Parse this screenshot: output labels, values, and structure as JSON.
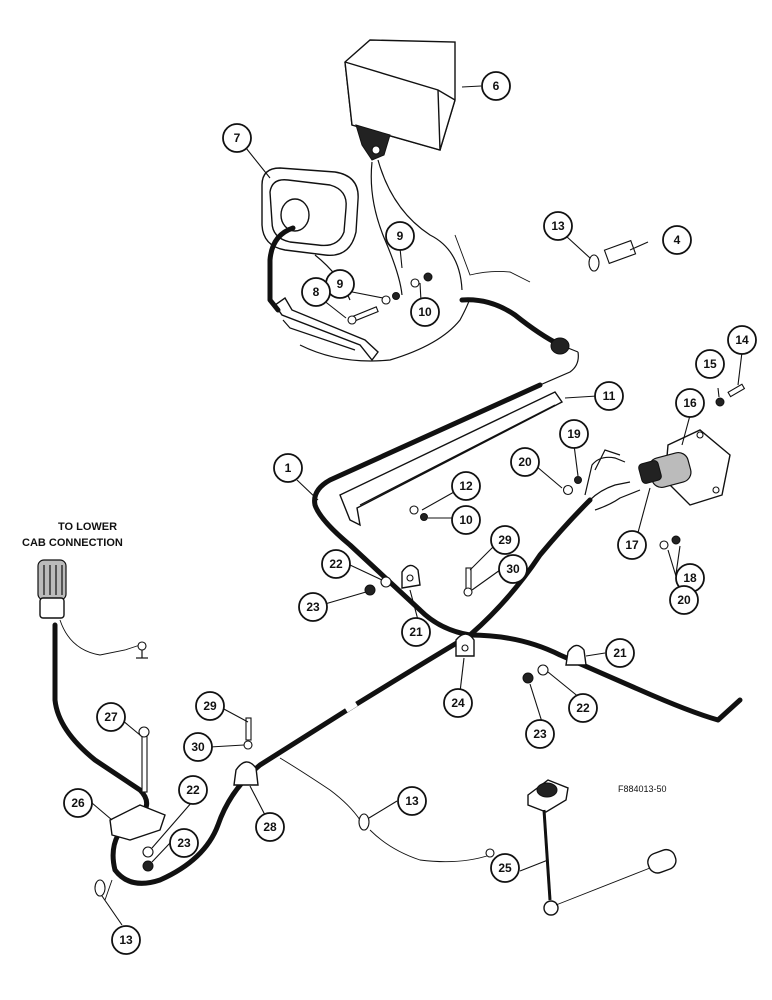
{
  "labels": {
    "lower_cab_line1": "TO LOWER",
    "lower_cab_line2": "CAB CONNECTION",
    "figure_code": "F884013-50"
  },
  "callouts": [
    "1",
    "4",
    "6",
    "7",
    "8",
    "9",
    "9",
    "10",
    "10",
    "11",
    "12",
    "13",
    "13",
    "13",
    "14",
    "15",
    "16",
    "17",
    "18",
    "19",
    "20",
    "20",
    "21",
    "21",
    "22",
    "22",
    "22",
    "23",
    "23",
    "23",
    "24",
    "25",
    "26",
    "27",
    "28",
    "29",
    "29",
    "30",
    "30"
  ]
}
